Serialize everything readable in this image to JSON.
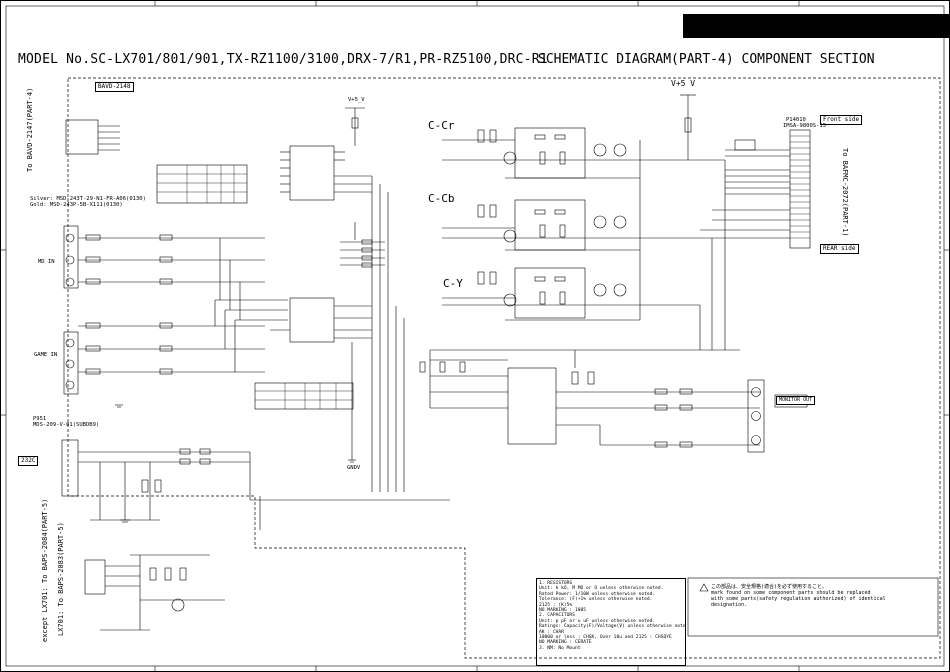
{
  "header": {
    "model": "MODEL No.SC-LX701/801/901,TX-RZ1100/3100,DRX-7/R1,PR-RZ5100,DRC-R1",
    "diagram_title": "SCHEMATIC DIAGRAM(PART-4) COMPONENT SECTION"
  },
  "labels": {
    "bavd_2148": "BAVD-2148",
    "to_bavd_2147": "To BAVD-2147(PART-4)",
    "v5v_top": "V+5 V",
    "v5v_main": "V+5_V",
    "c_cr": "C-Cr",
    "c_cb": "C-Cb",
    "c_y": "C-Y",
    "front_side": "Front side",
    "rear_side": "REAR side",
    "to_bafmc": "To BAFMC-2072(PART-1)",
    "md_in": "MD IN",
    "game_in": "GAME IN",
    "rs232c": "232C",
    "gndv": "GNDV",
    "silver": "Silver: MSD-243T-29-N1-FR-A06(0130)",
    "gold": "Gold: MSD-243P-5B-X111(0130)",
    "p901": "P951",
    "p901_part": "MDS-209-V-01(SUBDB9)",
    "monitor_out": "MONITOR OUT",
    "except_lx701": "except LX701: To BAPS-2084(PART-5)",
    "lx701": "LX701: To BAPS-2083(PART-5)",
    "p9010": "P14010",
    "p9010_part": "IMSA-9800S-15"
  },
  "notes": {
    "lines": [
      "1. RESISTORS",
      "   Unit: k kO, M MO or O unless otherwise noted.",
      "   Rated Power: 1/10W unless otherwise noted.",
      "   Tolerance: (F)+1% unless otherwise noted.",
      "   2125 : (K)5%",
      "   NO MARKING : 1005",
      "2. CAPACITORS",
      "   Unit: p pF or u uF unless otherwise noted.",
      "   Ratings: Capacity(F)/Voltage(V) unless otherwise noted.",
      "   AK : CHAR",
      "   10000 or less : CHSK, Over 10u and 2125 : CHSQYE",
      "   NO MARKING : CERATE",
      "3. NM: No Mount"
    ],
    "safety_jp": "この部品は、安全規格(適合)を必ず使用すること。",
    "safety_en_1": "mark found on some component parts should be replaced",
    "safety_en_2": "with some parts(safety regulation authorized) of identical",
    "safety_en_3": "designation."
  },
  "colors": {
    "line": "#000000",
    "background": "#ffffff"
  }
}
